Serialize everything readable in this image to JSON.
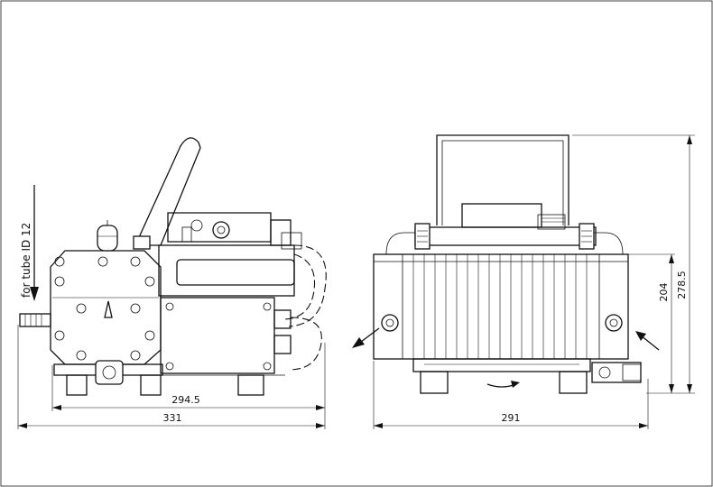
{
  "drawing": {
    "left_view": {
      "inlet_label": "for tube ID 12",
      "dim_inner_length": "294.5",
      "dim_total_length": "331"
    },
    "right_view": {
      "dim_width": "291",
      "dim_height_body": "204",
      "dim_height_total": "278.5"
    }
  }
}
